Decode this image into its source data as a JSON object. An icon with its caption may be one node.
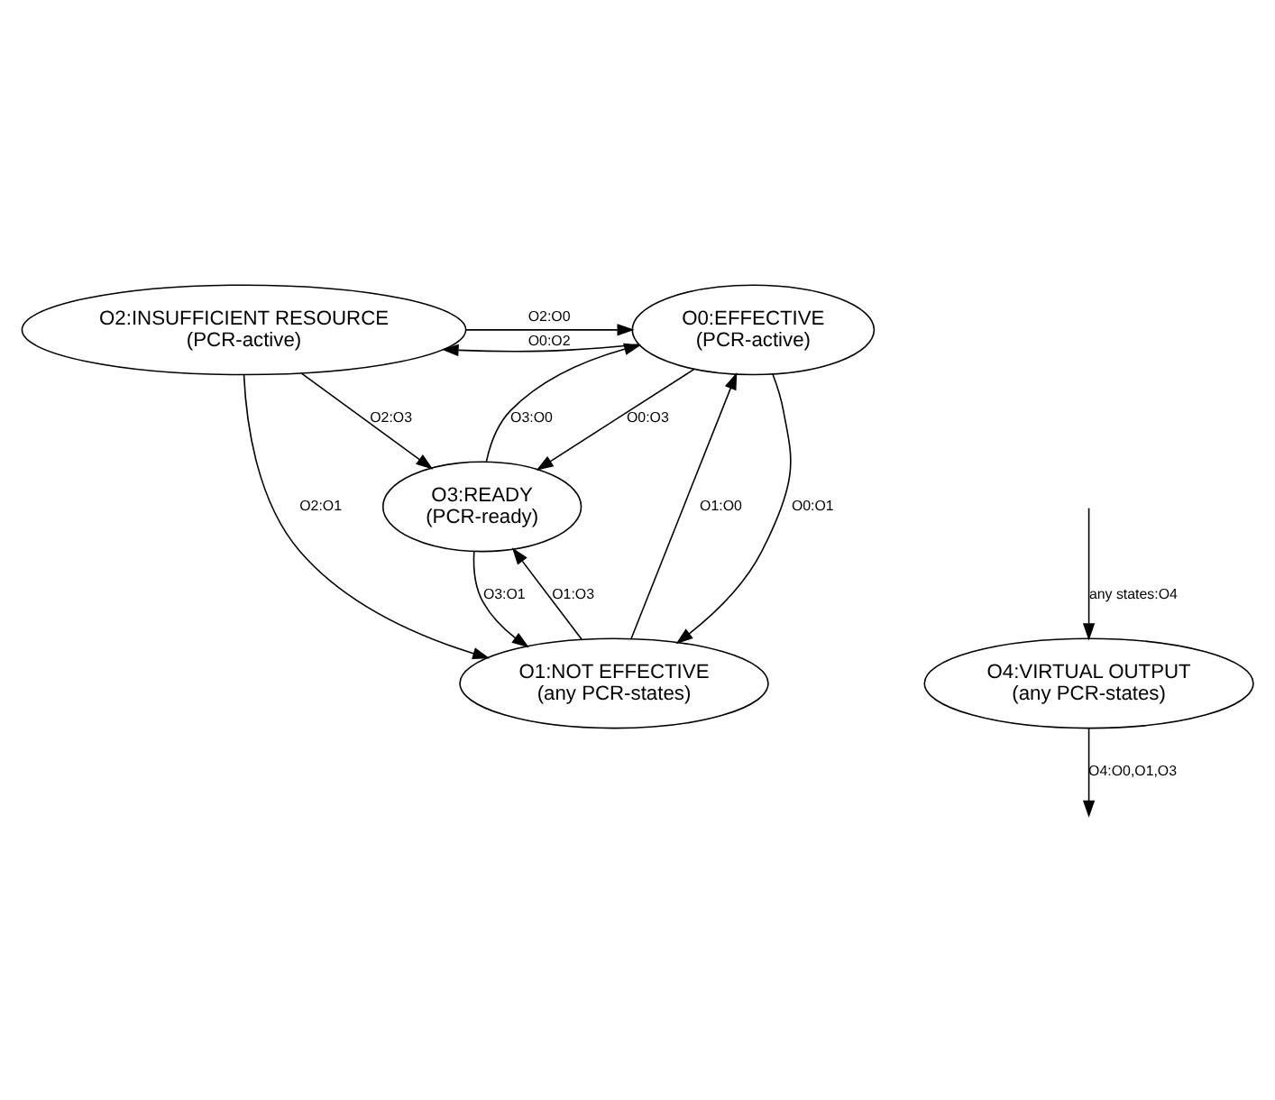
{
  "diagram": {
    "nodes": [
      {
        "text": [
          "O2:INSUFFICIENT RESOURCE",
          "(PCR-active)"
        ]
      },
      {
        "text": [
          "O0:EFFECTIVE",
          "(PCR-active)"
        ]
      },
      {
        "text": [
          "O3:READY",
          "(PCR-ready)"
        ]
      },
      {
        "text": [
          "O4:VIRTUAL OUTPUT",
          "(any PCR-states)"
        ]
      },
      {
        "text": [
          "O1:NOT EFFECTIVE",
          "(any PCR-states)"
        ]
      }
    ],
    "edges": [
      {
        "from": 0,
        "to": 1,
        "arrow": "to",
        "label": "O2:O0"
      },
      {
        "from": 1,
        "to": 0,
        "arrow": "to",
        "label": "O0:O2"
      },
      {
        "from": 0,
        "to": 2,
        "arrow": "to",
        "label": "O2:O3"
      },
      {
        "from": 0,
        "to": 4,
        "arrow": "to",
        "label": "O2:O1"
      },
      {
        "from": 4,
        "to": 1,
        "arrow": "to",
        "label": "O1:O0"
      },
      {
        "from": 2,
        "to": 1,
        "arrow": "to",
        "label": "O3:O0"
      },
      {
        "from": 1,
        "to": 2,
        "arrow": "to",
        "label": "O0:O3"
      },
      {
        "from": 1,
        "to": 4,
        "arrow": "to",
        "label": "O0:O1"
      },
      {
        "from": 4,
        "to": 2,
        "arrow": "to",
        "label": "O1:O3"
      },
      {
        "from": 2,
        "to": 4,
        "arrow": "to",
        "label": "O3:O1"
      },
      {
        "from": null,
        "to": 3,
        "arrow": "to",
        "label": "any states:O4"
      },
      {
        "from": 3,
        "to": null,
        "arrow": "to",
        "label": "O4:O0,O1,O3"
      }
    ]
  }
}
